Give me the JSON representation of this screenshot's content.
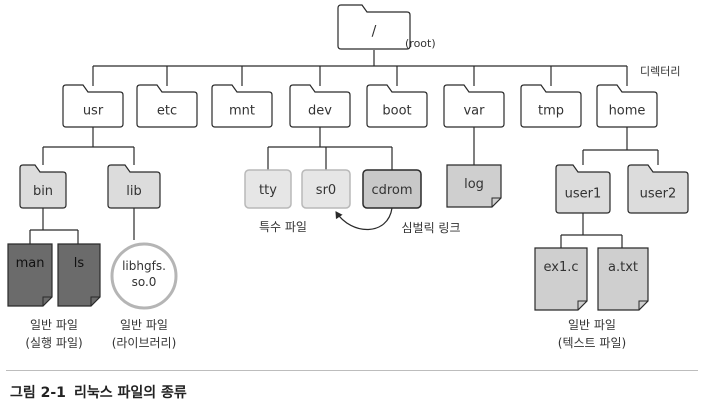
{
  "tree": {
    "root": {
      "label": "/",
      "note": "(root)"
    },
    "directory_label": "디렉터리",
    "directories": [
      {
        "label": "usr"
      },
      {
        "label": "etc"
      },
      {
        "label": "mnt"
      },
      {
        "label": "dev"
      },
      {
        "label": "boot"
      },
      {
        "label": "var"
      },
      {
        "label": "tmp"
      },
      {
        "label": "home"
      }
    ],
    "usr_children": [
      {
        "label": "bin"
      },
      {
        "label": "lib"
      }
    ],
    "bin_files": [
      {
        "label": "man"
      },
      {
        "label": "ls"
      }
    ],
    "lib_file": {
      "label": "libhgfs.\nso.0"
    },
    "dev_children": [
      {
        "label": "tty",
        "kind": "special"
      },
      {
        "label": "sr0",
        "kind": "special"
      },
      {
        "label": "cdrom",
        "kind": "symlink"
      }
    ],
    "var_children": [
      {
        "label": "log"
      }
    ],
    "home_children": [
      {
        "label": "user1"
      },
      {
        "label": "user2"
      }
    ],
    "user1_files": [
      {
        "label": "ex1.c"
      },
      {
        "label": "a.txt"
      }
    ],
    "annotations": {
      "special_file": "특수 파일",
      "symbolic_link": "심벌릭 링크",
      "exec_file_line1": "일반 파일",
      "exec_file_line2": "(실행 파일)",
      "lib_file_line1": "일반 파일",
      "lib_file_line2": "(라이브러리)",
      "text_file_line1": "일반 파일",
      "text_file_line2": "(텍스트 파일)"
    }
  },
  "colors": {
    "line": "#2a2a2a",
    "folder_fill": "#ffffff",
    "folder_gray": "#dcdcdc",
    "dark_file": "#6b6b6b",
    "light_file": "#cfcfcf",
    "special_fill": "#e6e6e6",
    "special_stroke": "#b8b8b8",
    "symlink_fill": "#c8c8c8",
    "circle_stroke": "#b5b5b5"
  },
  "caption": {
    "number": "그림 2-1",
    "title": "리눅스 파일의 종류"
  }
}
